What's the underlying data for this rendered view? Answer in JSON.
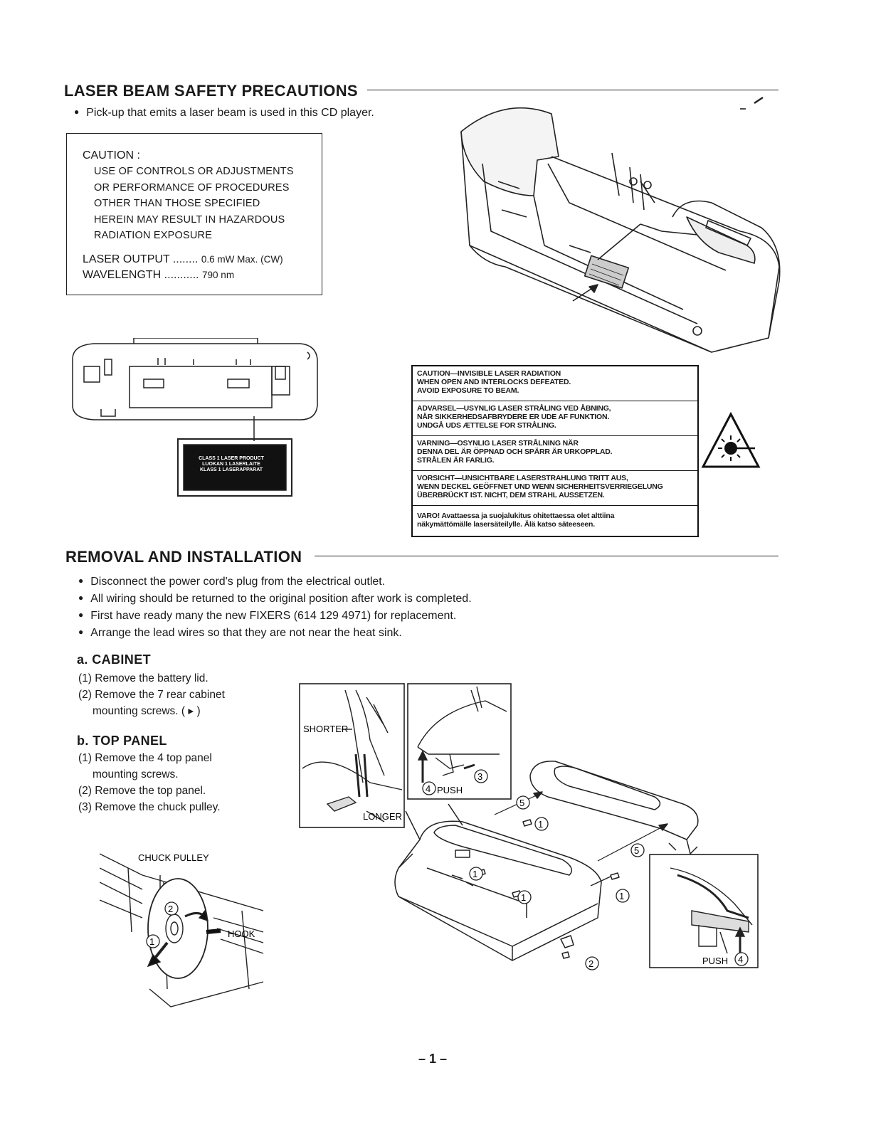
{
  "laser_section": {
    "title": "LASER BEAM SAFETY PRECAUTIONS",
    "bullet": "Pick-up that emits a laser beam is used in this CD player.",
    "caution_heading": "CAUTION :",
    "caution_lines": [
      "USE OF CONTROLS OR ADJUSTMENTS",
      "OR PERFORMANCE OF PROCEDURES",
      "OTHER THAN THOSE SPECIFIED",
      "HEREIN MAY RESULT IN HAZARDOUS",
      "RADIATION EXPOSURE"
    ],
    "laser_output_label": "LASER OUTPUT ........",
    "laser_output_value": "0.6 mW  Max.  (CW)",
    "wavelength_label": "WAVELENGTH ...........",
    "wavelength_value": "790 nm",
    "class_label_lines": [
      "CLASS 1 LASER PRODUCT",
      "LUOKAN 1 LASERLAITE",
      "KLASS 1 LASERAPPARAT"
    ],
    "warning_table": [
      [
        "CAUTION—INVISIBLE LASER RADIATION",
        "WHEN OPEN AND INTERLOCKS DEFEATED.",
        "AVOID EXPOSURE TO BEAM."
      ],
      [
        "ADVARSEL—USYNLIG LASER STRÅLING VED ÅBNING,",
        "NÅR SIKKERHEDSAFBRYDERE ER UDE AF FUNKTION.",
        "UNDGÅ UDS ÆTTELSE FOR STRÅLING."
      ],
      [
        "VARNING—OSYNLIG LASER STRÅLNING NÄR",
        "DENNA DEL ÄR ÖPPNAD OCH SPÄRR ÄR URKOPPLAD.",
        "STRÅLEN ÄR FARLIG."
      ],
      [
        "VORSICHT—UNSICHTBARE LASERSTRAHLUNG TRITT AUS,",
        "WENN DECKEL GEÖFFNET UND WENN SICHERHEITSVERRIEGELUNG",
        "ÜBERBRÜCKT IST. NICHT, DEM STRAHL AUSSETZEN."
      ],
      [
        "VARO! Avattaessa ja suojalukitus ohitettaessa olet alttiina",
        "näkymättömälle lasersäteilylle. Älä katso säteeseen."
      ]
    ]
  },
  "removal_section": {
    "title": "REMOVAL AND INSTALLATION",
    "bullets": [
      "Disconnect the power cord's plug from the electrical outlet.",
      "All wiring should be returned to the original position after work is completed.",
      "First have ready many the new FIXERS (614 129 4971) for replacement.",
      "Arrange the lead wires so that they are not near the heat sink."
    ],
    "cabinet": {
      "heading": "a. CABINET",
      "steps": [
        "(1) Remove the battery lid.",
        "(2) Remove the 7 rear cabinet",
        "mounting screws. ( ▸ )"
      ]
    },
    "top_panel": {
      "heading": "b. TOP PANEL",
      "steps": [
        "(1) Remove the 4 top panel",
        "mounting screws.",
        "(2) Remove the top panel.",
        "(3) Remove the chuck pulley."
      ]
    },
    "labels": {
      "chuck_pulley": "CHUCK PULLEY",
      "hook": "HOOK",
      "shorter": "SHORTER",
      "longer": "LONGER",
      "push_left": "PUSH",
      "push_right": "PUSH"
    }
  },
  "page_number": "– 1 –"
}
